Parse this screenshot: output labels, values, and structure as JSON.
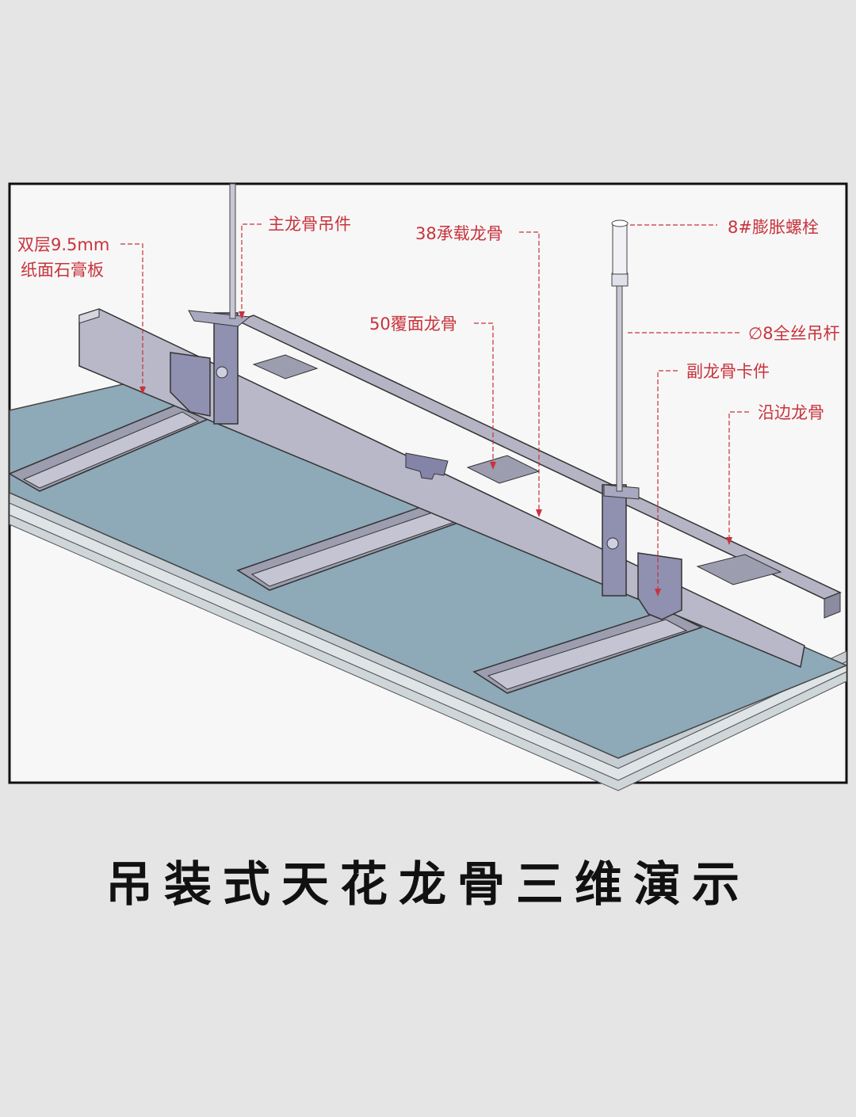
{
  "labels": {
    "gypsum_board_line1": "双层9.5mm",
    "gypsum_board_line2": "纸面石膏板",
    "main_keel_hanger": "主龙骨吊件",
    "load_keel_38": "38承载龙骨",
    "expansion_bolt": "8#膨胀螺栓",
    "cover_keel_50": "50覆面龙骨",
    "threaded_rod": "∅8全丝吊杆",
    "sub_keel_clip": "副龙骨卡件",
    "edge_keel": "沿边龙骨"
  },
  "caption": "吊装式天花龙骨三维演示",
  "colors": {
    "annotation": "#c8333c",
    "board_face": "#8ea9b8",
    "metal": "#a9a9bb",
    "background": "#e5e5e5"
  }
}
